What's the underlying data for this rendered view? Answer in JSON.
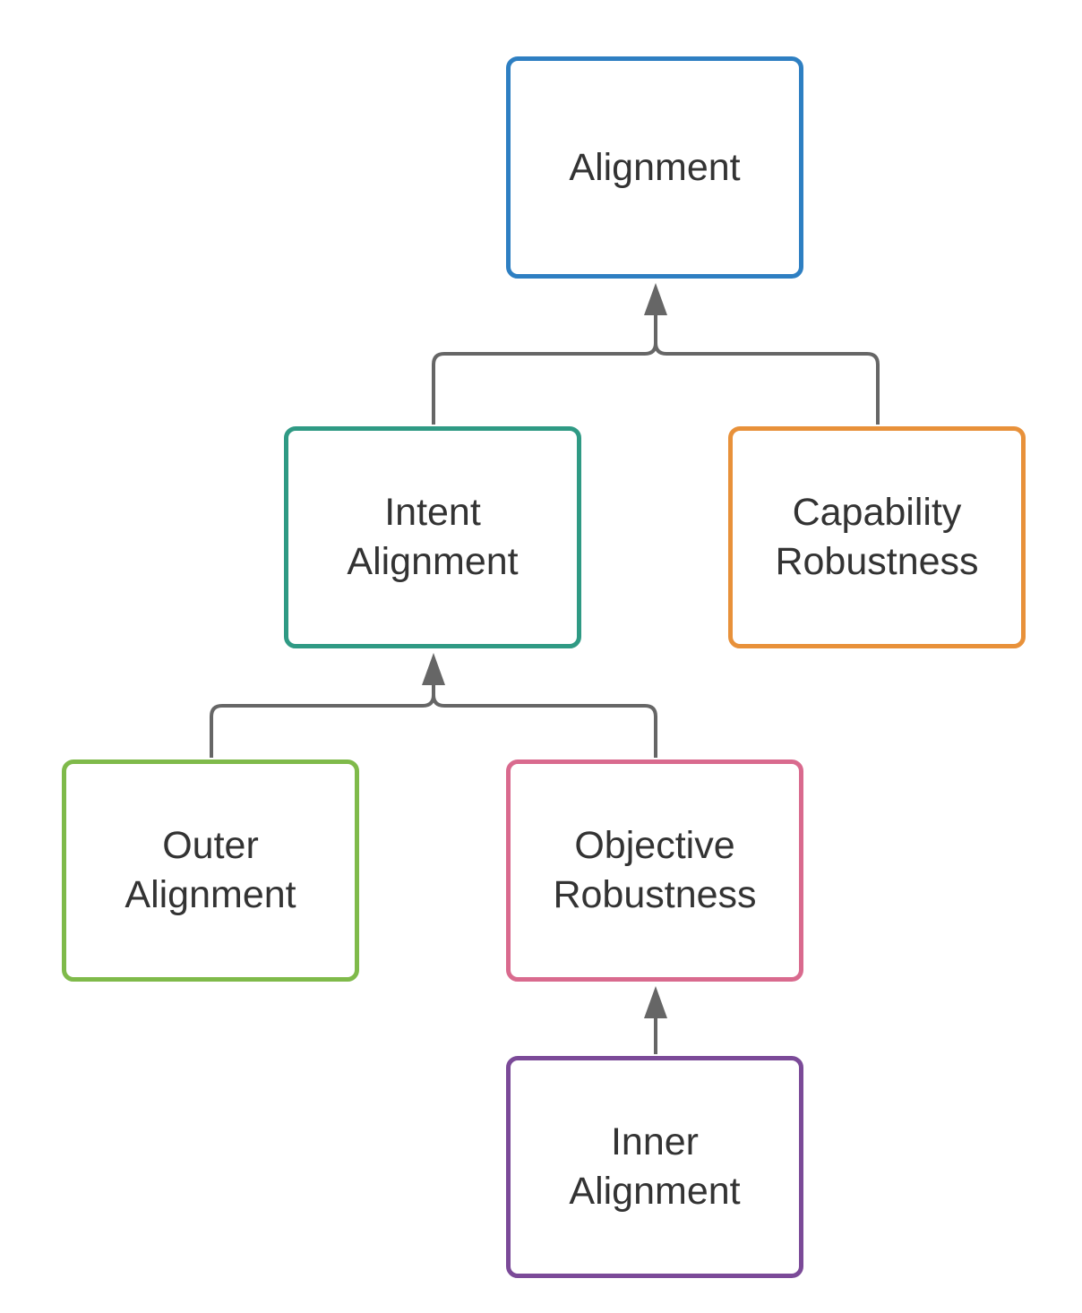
{
  "nodes": {
    "alignment": {
      "lines": [
        "Alignment"
      ],
      "color": "#2e7fc2"
    },
    "intent_alignment": {
      "lines": [
        "Intent",
        "Alignment"
      ],
      "color": "#2f9a84"
    },
    "capability_robustness": {
      "lines": [
        "Capability",
        "Robustness"
      ],
      "color": "#e8913a"
    },
    "outer_alignment": {
      "lines": [
        "Outer",
        "Alignment"
      ],
      "color": "#7fba4a"
    },
    "objective_robustness": {
      "lines": [
        "Objective",
        "Robustness"
      ],
      "color": "#d96a8e"
    },
    "inner_alignment": {
      "lines": [
        "Inner",
        "Alignment"
      ],
      "color": "#7b4a98"
    }
  },
  "connector_color": "#666666",
  "edges": [
    {
      "from": [
        "intent_alignment",
        "capability_robustness"
      ],
      "to": "alignment"
    },
    {
      "from": [
        "outer_alignment",
        "objective_robustness"
      ],
      "to": "intent_alignment"
    },
    {
      "from": [
        "inner_alignment"
      ],
      "to": "objective_robustness"
    }
  ]
}
